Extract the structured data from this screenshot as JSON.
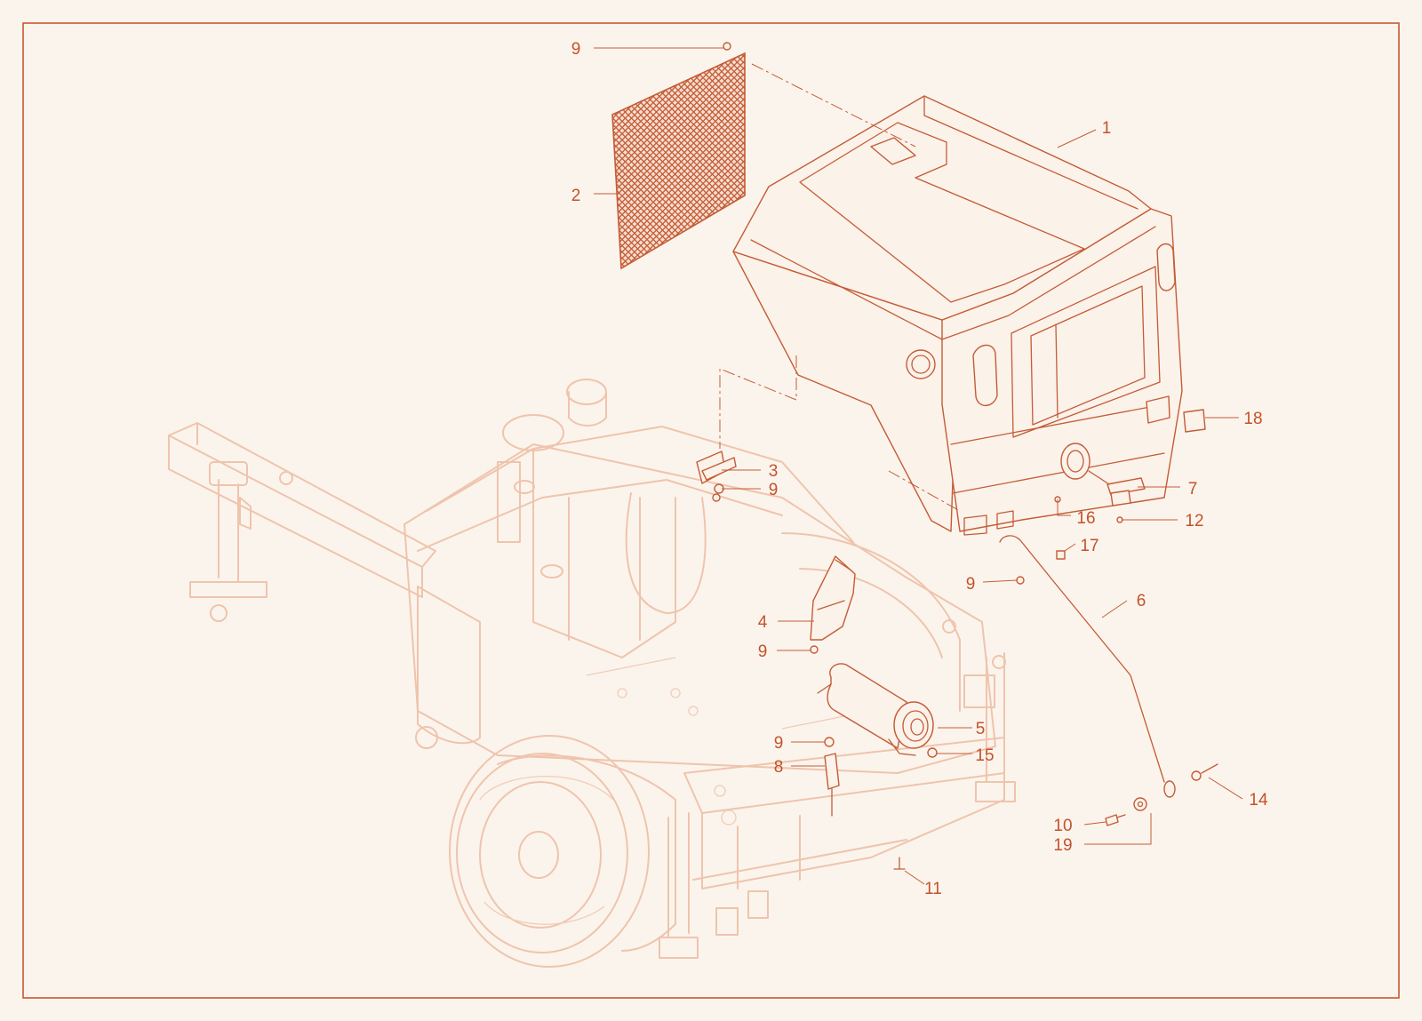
{
  "colors": {
    "accent": "#c45c36",
    "ghost": "#efc4ad",
    "background": "#fbf4ec"
  },
  "callouts": [
    {
      "key": "c9a",
      "text": "9"
    },
    {
      "key": "c1",
      "text": "1"
    },
    {
      "key": "c2",
      "text": "2"
    },
    {
      "key": "c3",
      "text": "3"
    },
    {
      "key": "c9b",
      "text": "9"
    },
    {
      "key": "c18",
      "text": "18"
    },
    {
      "key": "c7",
      "text": "7"
    },
    {
      "key": "c16",
      "text": "16"
    },
    {
      "key": "c12",
      "text": "12"
    },
    {
      "key": "c17",
      "text": "17"
    },
    {
      "key": "c9c",
      "text": "9"
    },
    {
      "key": "c6",
      "text": "6"
    },
    {
      "key": "c4",
      "text": "4"
    },
    {
      "key": "c9d",
      "text": "9"
    },
    {
      "key": "c5",
      "text": "5"
    },
    {
      "key": "c9e",
      "text": "9"
    },
    {
      "key": "c15",
      "text": "15"
    },
    {
      "key": "c8",
      "text": "8"
    },
    {
      "key": "c14",
      "text": "14"
    },
    {
      "key": "c10",
      "text": "10"
    },
    {
      "key": "c19",
      "text": "19"
    },
    {
      "key": "c11",
      "text": "11"
    }
  ]
}
